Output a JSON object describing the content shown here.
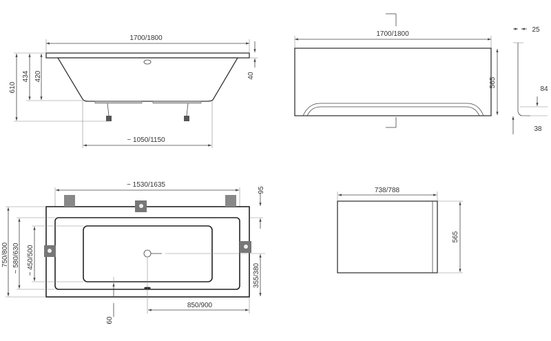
{
  "top_view_side": {
    "length": "1700/1800",
    "height_total": "610",
    "height_1": "434",
    "height_2": "420",
    "rim": "40",
    "base_length": "~ 1050/1150"
  },
  "front_panel": {
    "length": "1700/1800",
    "height": "565",
    "profile_top": "25",
    "profile_mid": "84",
    "profile_bottom": "38"
  },
  "plan_view": {
    "inner_length": "~ 1530/1635",
    "edge": "95",
    "width": "750/800",
    "inner_width": "~ 580/630",
    "floor_width": "~ 450/500",
    "drain_y": "355/380",
    "drain_x": "850/900",
    "offset": "60"
  },
  "side_panel": {
    "length": "738/788",
    "height": "565"
  }
}
